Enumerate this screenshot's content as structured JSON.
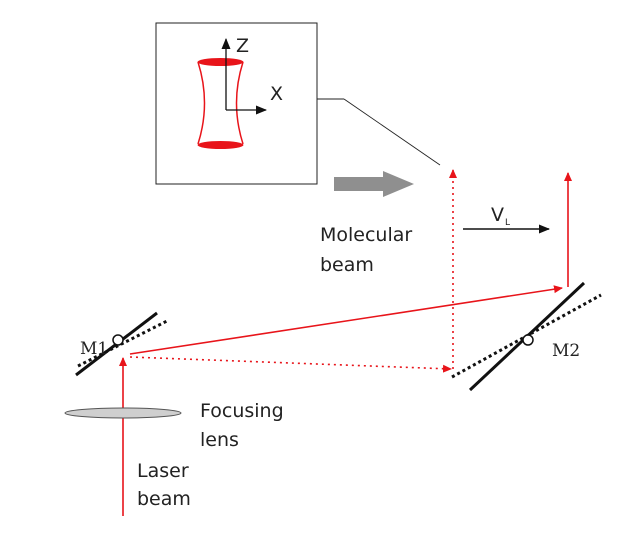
{
  "inset": {
    "axis_z_label": "Z",
    "axis_x_label": "X"
  },
  "labels": {
    "molecular_beam_line1": "Molecular",
    "molecular_beam_line2": "beam",
    "velocity_symbol": "V",
    "velocity_subscript": "L",
    "mirror_1": "M1",
    "mirror_2": "M2",
    "focusing_lens_line1": "Focusing",
    "focusing_lens_line2": "lens",
    "laser_beam_line1": "Laser",
    "laser_beam_line2": "beam"
  },
  "colors": {
    "laser": "#e8141a",
    "ink": "#111111",
    "flow_arrow": "#8f8f8f",
    "lens_fill": "#cfcfcf",
    "inset_shape_fill": "#e8141a"
  }
}
